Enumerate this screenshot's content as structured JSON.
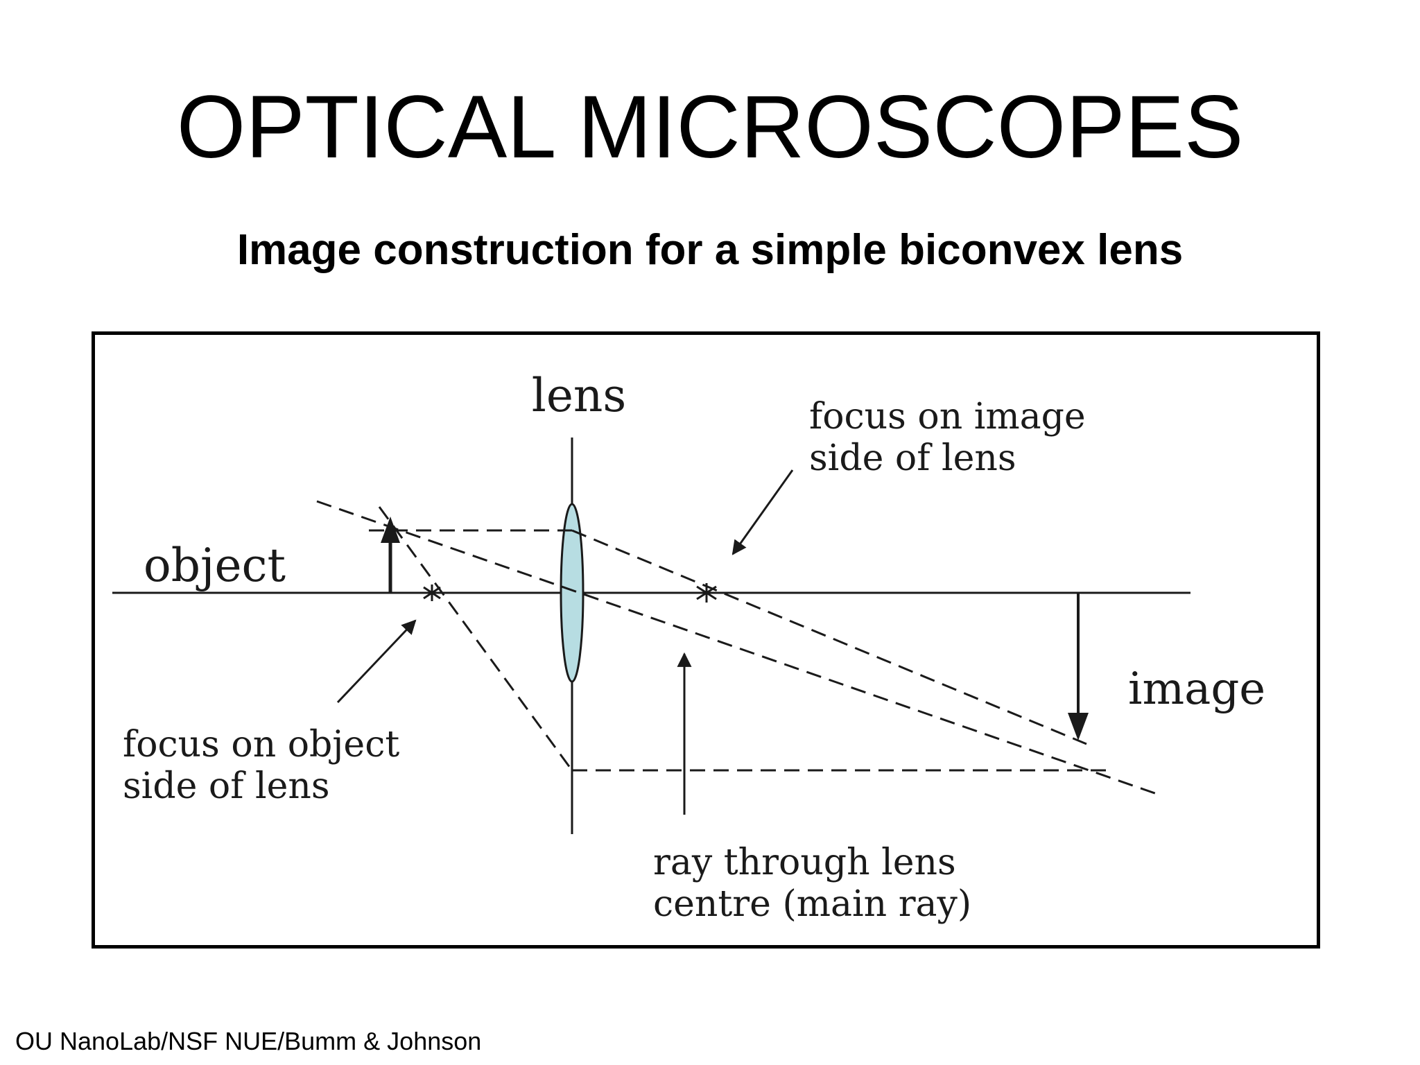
{
  "slide": {
    "title": "OPTICAL MICROSCOPES",
    "subtitle": "Image construction for a simple biconvex lens",
    "footer": "OU NanoLab/NSF NUE/Bumm & Johnson"
  },
  "diagram": {
    "labels": {
      "lens": "lens",
      "object": "object",
      "image": "image",
      "focus_image_line1": "focus on image",
      "focus_image_line2": "side of lens",
      "focus_object_line1": "focus on object",
      "focus_object_line2": "side of lens",
      "main_ray_line1": "ray through lens",
      "main_ray_line2": "centre (main ray)"
    },
    "colors": {
      "lens_fill": "#b7dde2",
      "ink": "#1a1a1a"
    }
  }
}
